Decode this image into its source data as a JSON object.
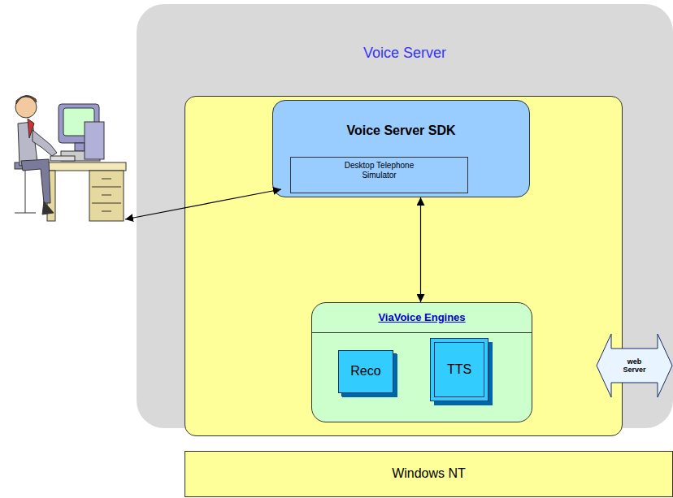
{
  "diagram": {
    "nodes": [
      {
        "text": [
          "Voice Server"
        ]
      },
      {
        "text": [
          "Voice Server SDK"
        ],
        "in": 0
      },
      {
        "text": [
          "Desktop Telephone Simulator"
        ],
        "in": 1
      },
      {
        "text": [
          "ViaVoice Engines"
        ],
        "in": 0
      },
      {
        "text": [
          "Reco"
        ],
        "in": 3
      },
      {
        "text": [
          "TTS"
        ],
        "in": 3
      },
      {
        "text": [
          "web Server"
        ]
      },
      {
        "text": [
          "Windows NT"
        ]
      }
    ],
    "edges": [
      {
        "from": 1,
        "to": 3,
        "arrow": "both"
      }
    ]
  }
}
